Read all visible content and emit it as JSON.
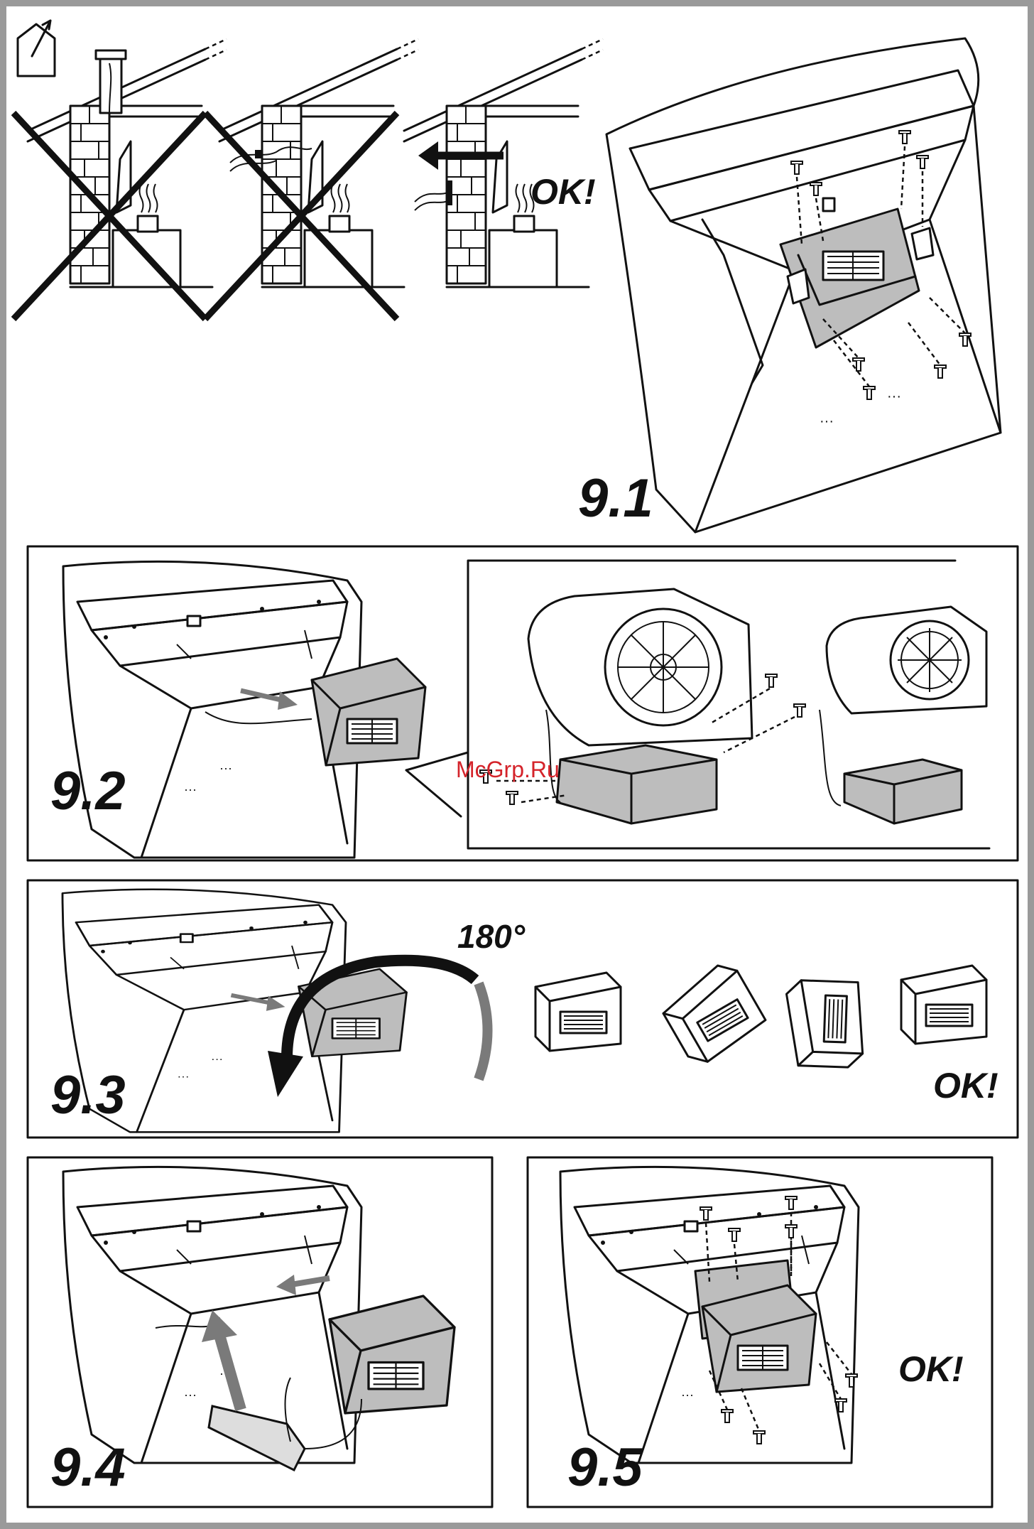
{
  "labels": {
    "step_9_1": "9.1",
    "step_9_2": "9.2",
    "step_9_3": "9.3",
    "step_9_4": "9.4",
    "step_9_5": "9.5",
    "ok_chimney": "OK!",
    "ok_rotation": "OK!",
    "ok_final": "OK!",
    "rotation": "180°",
    "watermark": "McGrp.Ru"
  },
  "icons": [
    "house-exhaust-icon",
    "cross-mark-icon",
    "arrow-icon",
    "rotation-arrow-icon"
  ],
  "colors": {
    "fill_gray": "#bdbdbd",
    "arrow_gray": "#7a7a7a",
    "watermark_red": "#d4232a",
    "border_gray": "#9a9a9a"
  }
}
